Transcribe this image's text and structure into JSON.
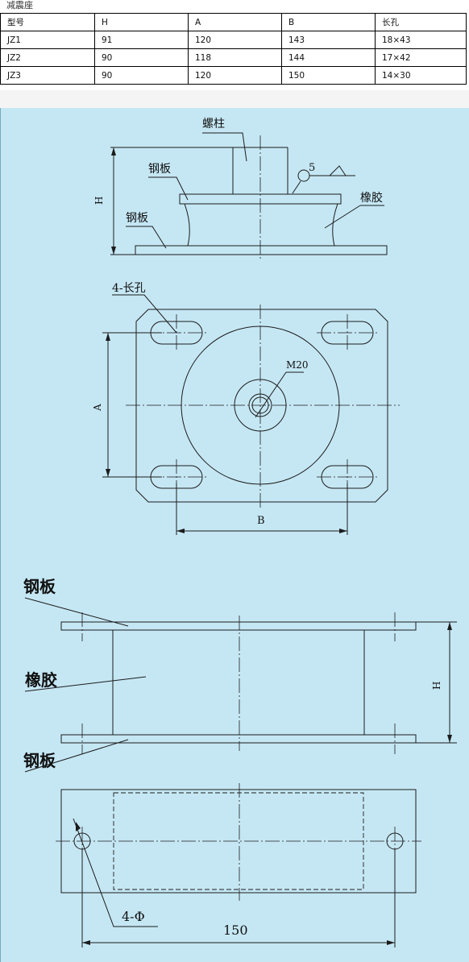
{
  "caption": "减震座",
  "table": {
    "header": [
      "型号",
      "H",
      "A",
      "B",
      "长孔"
    ],
    "rows": [
      [
        "JZ1",
        "91",
        "120",
        "143",
        "18×43"
      ],
      [
        "JZ2",
        "90",
        "118",
        "144",
        "17×42"
      ],
      [
        "JZ3",
        "90",
        "120",
        "150",
        "14×30"
      ]
    ]
  },
  "drawing": {
    "label_bolt": "螺柱",
    "label_steel_top": "钢板",
    "label_steel_bottom": "钢板",
    "label_rubber": "橡胶",
    "weld_size": "5",
    "dim_h": "H",
    "label_slots": "4-长孔",
    "label_m20": "M20",
    "dim_a": "A",
    "dim_b": "B",
    "label_steel_2a": "钢板",
    "label_rubber_2": "橡胶",
    "label_steel_2b": "钢板",
    "dim_h2": "H",
    "label_holes": "4-Φ",
    "dim_150": "150"
  }
}
